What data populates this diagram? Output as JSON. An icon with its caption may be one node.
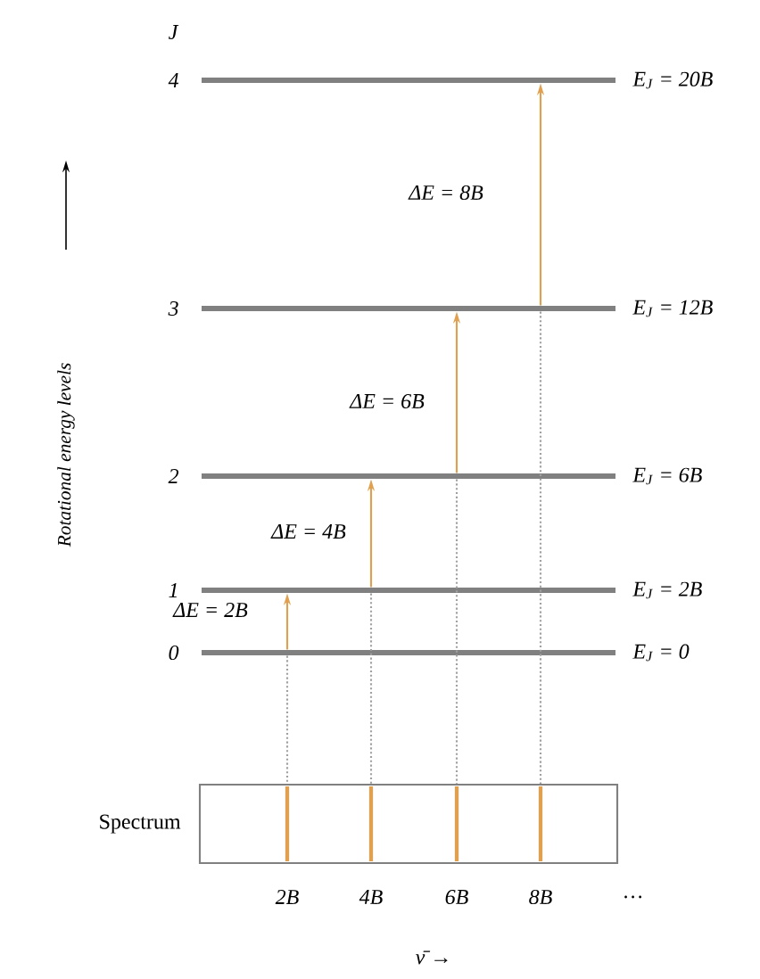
{
  "diagram": {
    "nodes": [
      {
        "text": [],
        "shape": "bar",
        "beside": [
          "4",
          "E$_{J}$ = 20B"
        ]
      },
      {
        "text": [],
        "shape": "bar",
        "beside": [
          "3",
          "E$_{J}$ = 12B"
        ]
      },
      {
        "text": [],
        "shape": "bar",
        "beside": [
          "2",
          "E$_{J}$ = 6B"
        ]
      },
      {
        "text": [],
        "shape": "bar",
        "beside": [
          "1",
          "E$_{J}$ = 2B"
        ]
      },
      {
        "text": [],
        "shape": "bar",
        "beside": [
          "0",
          "E$_{J}$ = 0"
        ]
      },
      {
        "text": [
          "Spectrum"
        ]
      }
    ],
    "edges": [
      {
        "from": 4,
        "to": 3,
        "arrow": "to",
        "label": "ΔE = 2B",
        "color": "#e0a050"
      },
      {
        "from": 3,
        "to": 2,
        "arrow": "to",
        "label": "ΔE = 4B",
        "color": "#e0a050"
      },
      {
        "from": 2,
        "to": 1,
        "arrow": "to",
        "label": "ΔE = 6B",
        "color": "#e0a050"
      },
      {
        "from": 1,
        "to": 0,
        "arrow": "to",
        "label": "ΔE = 8B",
        "color": "#e0a050"
      },
      {
        "from": 4,
        "to": 5,
        "arrow": "none",
        "style": "dashed",
        "color": "#a0a0a0"
      },
      {
        "from": 3,
        "to": 5,
        "arrow": "none",
        "style": "dashed",
        "color": "#a0a0a0"
      },
      {
        "from": 2,
        "to": 5,
        "arrow": "none",
        "style": "dashed",
        "color": "#a0a0a0"
      },
      {
        "from": 1,
        "to": 5,
        "arrow": "none",
        "style": "dashed",
        "color": "#a0a0a0"
      }
    ],
    "labels": [
      "J",
      "Rotational energy levels",
      "2B",
      "4B",
      "6B",
      "8B",
      "…",
      "ν̄ →"
    ]
  }
}
